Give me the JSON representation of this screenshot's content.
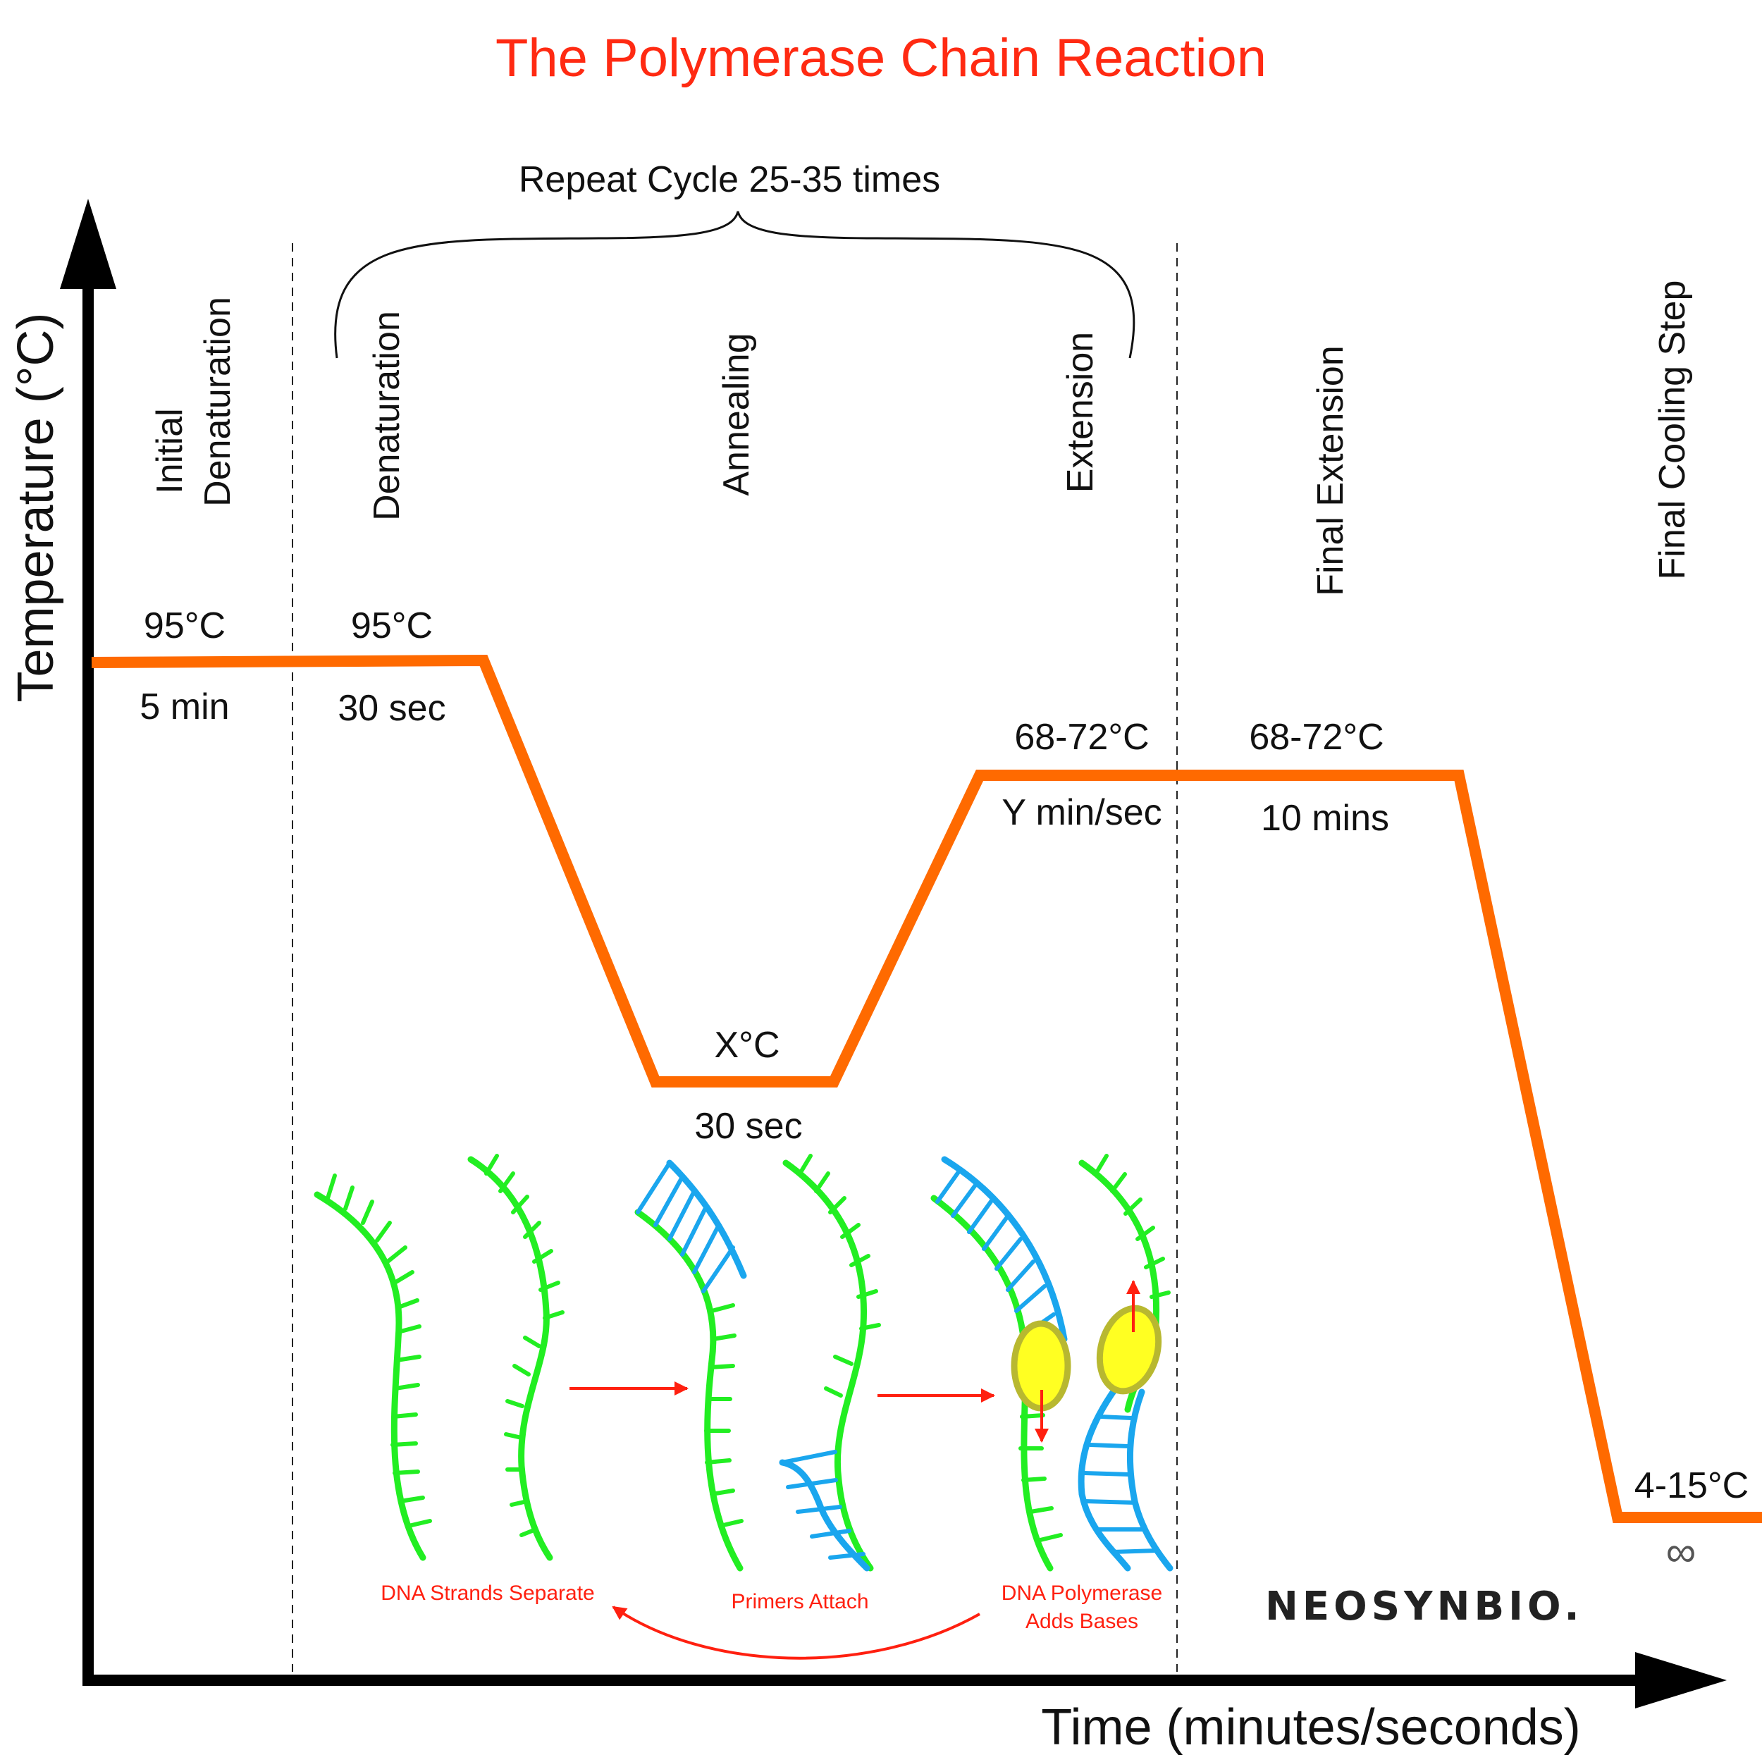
{
  "title": "The Polymerase Chain Reaction",
  "axes": {
    "y_label": "Temperature (°C)",
    "x_label": "Time (minutes/seconds)"
  },
  "cycle": {
    "label": "Repeat Cycle 25-35 times"
  },
  "phases": {
    "initial_denaturation": {
      "line1": "Initial",
      "line2": "Denaturation",
      "temp": "95°C",
      "time": "5 min"
    },
    "denaturation": {
      "name": "Denaturation",
      "temp": "95°C",
      "time": "30 sec"
    },
    "annealing": {
      "name": "Annealing",
      "temp": "X°C",
      "time": "30 sec"
    },
    "extension": {
      "name": "Extension",
      "temp": "68-72°C",
      "time": "Y min/sec"
    },
    "final_extension": {
      "name": "Final Extension",
      "temp": "68-72°C",
      "time": "10 mins"
    },
    "final_cooling": {
      "name": "Final Cooling Step",
      "temp": "4-15°C",
      "time": "∞"
    }
  },
  "illustration": {
    "step1": "DNA Strands Separate",
    "step2": "Primers Attach",
    "step3_line1": "DNA Polymerase",
    "step3_line2": "Adds Bases"
  },
  "brand": "NEOSYNBIO.",
  "colors": {
    "profile": "#ff6a00",
    "title": "#ff2a12",
    "strand": "#22ee22",
    "primer": "#1aa6ee",
    "arrow": "#ff2010",
    "polymerase_fill": "#ffff22",
    "polymerase_edge": "#b8b830",
    "axis": "#000000"
  }
}
